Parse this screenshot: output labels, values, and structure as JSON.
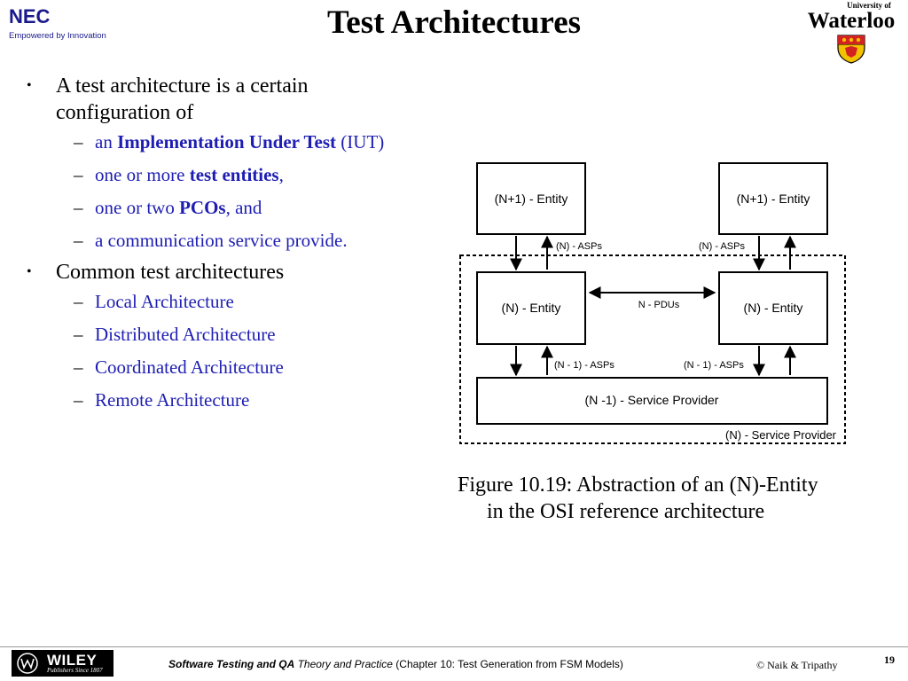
{
  "header": {
    "nec_name": "NEC",
    "nec_tagline": "Empowered by Innovation",
    "title": "Test Architectures",
    "uw_small": "University of",
    "uw_big": "Waterloo"
  },
  "bullets": [
    {
      "text": "A test architecture is a certain configuration of",
      "sub": [
        {
          "pre": "an ",
          "bold": "Implementation Under Test",
          "post": " (IUT)"
        },
        {
          "pre": "one or more ",
          "bold": "test entities",
          "post": ","
        },
        {
          "pre": "one or two ",
          "bold": "PCOs",
          "post": ", and"
        },
        {
          "pre": "a communication service provide.",
          "bold": "",
          "post": ""
        }
      ]
    },
    {
      "text": "Common test architectures",
      "sub": [
        {
          "pre": "Local Architecture"
        },
        {
          "pre": "Distributed Architecture"
        },
        {
          "pre": "Coordinated Architecture"
        },
        {
          "pre": "Remote Architecture"
        }
      ]
    }
  ],
  "diagram": {
    "top_left_entity": "(N+1) - Entity",
    "top_right_entity": "(N+1) - Entity",
    "asps_left": "(N) - ASPs",
    "asps_right": "(N) - ASPs",
    "mid_left_entity": "(N) - Entity",
    "mid_right_entity": "(N) - Entity",
    "pdus": "N - PDUs",
    "lower_asps_left": "(N - 1) - ASPs",
    "lower_asps_right": "(N - 1) - ASPs",
    "service_provider_inner": "(N -1) - Service Provider",
    "service_provider_outer": "(N) - Service Provider"
  },
  "caption": {
    "line1": "Figure 10.19: Abstraction of an (N)-Entity",
    "line2": "in the OSI reference architecture"
  },
  "footer": {
    "publisher": "WILEY",
    "publisher_tag": "Publishers Since 1807",
    "book_title": "Software Testing and QA",
    "book_subtitle": " Theory and Practice",
    "chapter": " (Chapter 10: Test Generation from FSM Models)",
    "copyright": "© Naik & Tripathy",
    "page": "19"
  }
}
